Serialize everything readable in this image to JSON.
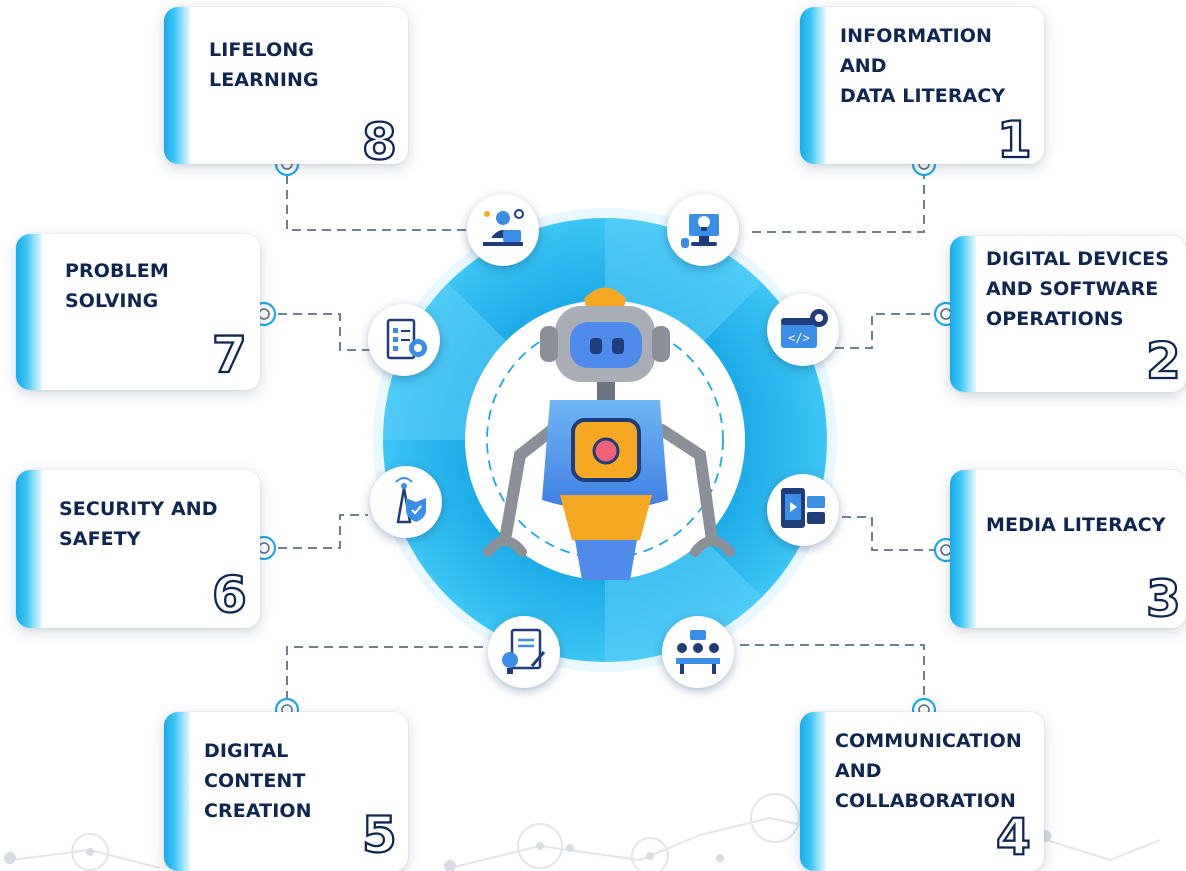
{
  "colors": {
    "navy": "#0f2750",
    "accent": "#1aa9e6",
    "light_blue": "#bfe9fb",
    "robot_orange": "#f7a823",
    "robot_blue": "#4f8bea",
    "robot_gray": "#8a8f98"
  },
  "cards": [
    {
      "id": "info",
      "title": "INFORMATION\nAND\nDATA LITERACY",
      "number": "1"
    },
    {
      "id": "devices",
      "title": "DIGITAL DEVICES\nAND SOFTWARE\nOPERATIONS",
      "number": "2"
    },
    {
      "id": "media",
      "title": "MEDIA LITERACY",
      "number": "3"
    },
    {
      "id": "communication",
      "title": "COMMUNICATION\nAND\nCOLLABORATION",
      "number": "4"
    },
    {
      "id": "content",
      "title": "DIGITAL\nCONTENT\nCREATION",
      "number": "5"
    },
    {
      "id": "security",
      "title": "SECURITY AND\nSAFETY",
      "number": "6"
    },
    {
      "id": "problem",
      "title": "PROBLEM\nSOLVING",
      "number": "7"
    },
    {
      "id": "lifelong",
      "title": "LIFELONG\nLEARNING",
      "number": "8"
    }
  ],
  "icons": [
    "person-at-laptop-icon",
    "computer-lightbulb-icon",
    "code-window-gear-icon",
    "media-tablet-icon",
    "team-meeting-icon",
    "document-lightbulb-icon",
    "antenna-shield-icon",
    "checklist-gear-icon"
  ],
  "center": {
    "figure": "robot-icon"
  }
}
